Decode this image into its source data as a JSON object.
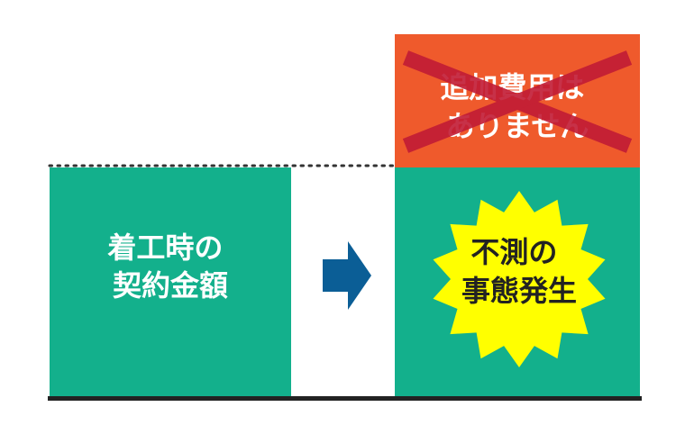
{
  "colors": {
    "teal": "#13b08c",
    "orange": "#ef5a2c",
    "cross_red": "#c11b35",
    "starburst_yellow": "#ffff00",
    "arrow_blue": "#0b5e96",
    "baseline": "#222222",
    "dotted_line": "#333333",
    "text_white": "#ffffff",
    "text_dark": "#222222"
  },
  "left_box": {
    "lines": [
      "着工時の",
      "契約金額"
    ]
  },
  "arrow": {
    "icon": "right-arrow-icon"
  },
  "right_box": {
    "starburst_lines": [
      "不測の",
      "事態発生"
    ]
  },
  "top_box": {
    "lines": [
      "追加費用は",
      "ありません"
    ],
    "crossed_out": true
  }
}
